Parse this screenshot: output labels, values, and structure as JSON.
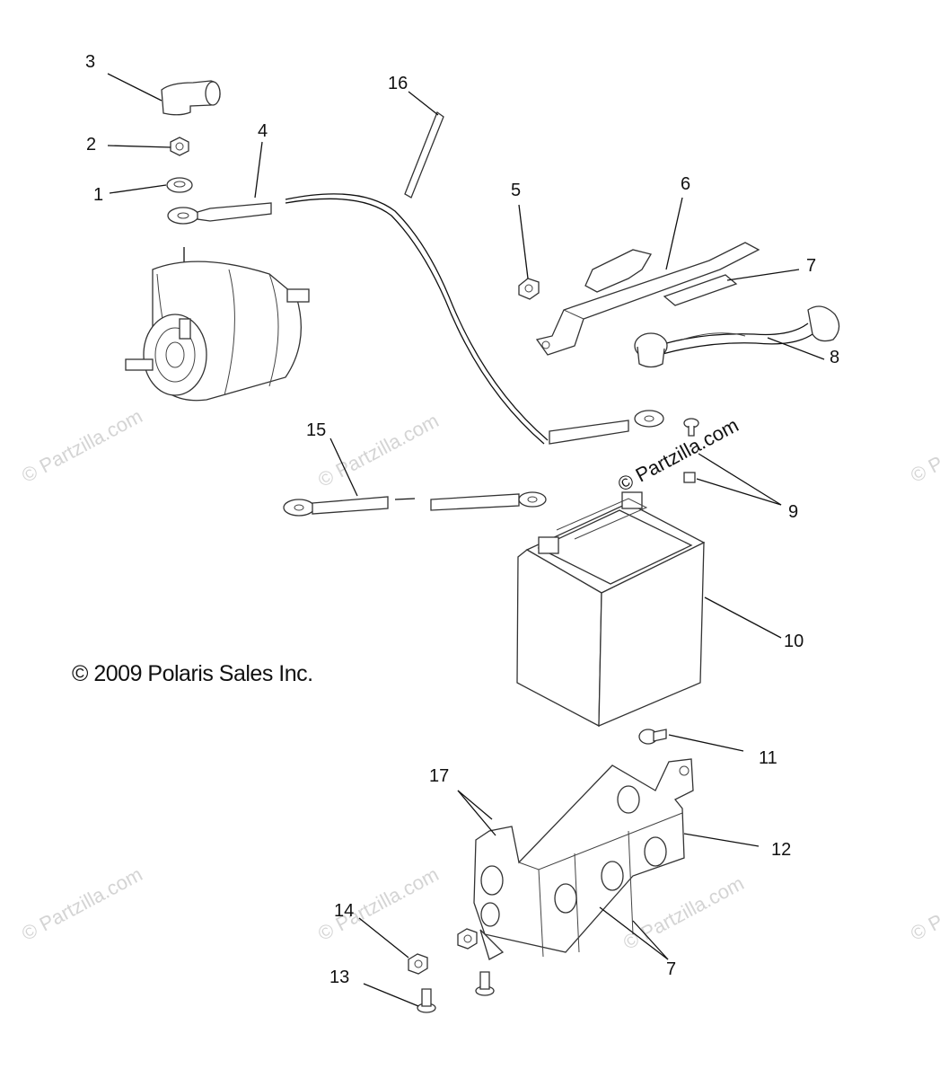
{
  "copyright": "© 2009 Polaris Sales Inc.",
  "watermark": "© Partzilla.com",
  "callouts": {
    "c1": "1",
    "c2": "2",
    "c3": "3",
    "c4": "4",
    "c5": "5",
    "c6": "6",
    "c7a": "7",
    "c7b": "7",
    "c8": "8",
    "c9": "9",
    "c10": "10",
    "c11": "11",
    "c12": "12",
    "c13": "13",
    "c14": "14",
    "c15": "15",
    "c16": "16",
    "c17": "17"
  }
}
